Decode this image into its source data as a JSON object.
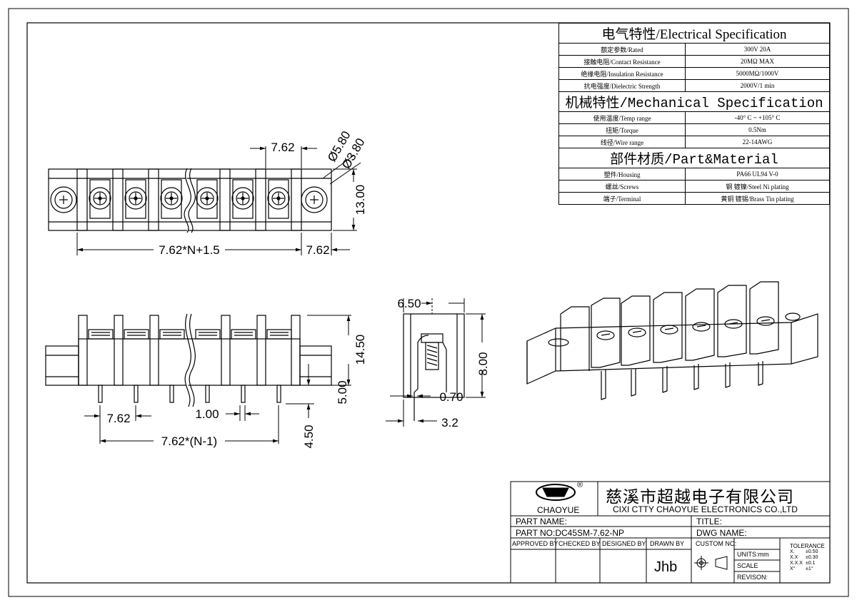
{
  "spec": {
    "electrical_title": "电气特性/Electrical Specification",
    "electrical": [
      {
        "label": "额定参数/Rated",
        "value": "300V  20A"
      },
      {
        "label": "接触电阻/Contact Resistance",
        "value": "20MΩ MAX"
      },
      {
        "label": "绝缘电阻/Insulation Resistance",
        "value": "5000MΩ/1000V"
      },
      {
        "label": "抗电强度/Dielectric Strength",
        "value": "2000V/1 min"
      }
    ],
    "mechanical_title": "机械特性/Mechanical Specification",
    "mechanical": [
      {
        "label": "使用温度/Temp range",
        "value": "-40° C ~ +105° C"
      },
      {
        "label": "扭矩/Torque",
        "value": "0.5Nm"
      },
      {
        "label": "线径/Wire range",
        "value": "22-14AWG"
      }
    ],
    "material_title": "部件材质/Part&Material",
    "material": [
      {
        "label": "塑件/Housing",
        "value": "PA66 UL94 V-0"
      },
      {
        "label": "螺丝/Screws",
        "value": "钢 镀镍/Steel Ni plating"
      },
      {
        "label": "端子/Terminal",
        "value": "黄铜 镀锡/Brass Tin  plating"
      }
    ]
  },
  "dims": {
    "pitch_top": "7.62",
    "dia_outer": "Ø5.80",
    "dia_inner": "Ø3.80",
    "height_top": "13.00",
    "length_total": "7.62*N+1.5",
    "end_offset": "7.62",
    "side_height": "14.50",
    "pin_base": "5.00",
    "pin_length": "4.50",
    "pin_pitch": "7.62",
    "pin_width": "1.00",
    "pin_span": "7.62*(N-1)",
    "end_width": "6.50",
    "end_height": "8.00",
    "pin_thick": "0.70",
    "pin_offset": "3.2"
  },
  "titleblock": {
    "company_cn": "慈溪市超越电子有限公司",
    "company_en": "CIXI CTTY CHAOYUE ELECTRONICS CO.,LTD",
    "brand": "CHAOYUE",
    "registered": "®",
    "part_name": "PART NAME:",
    "part_no": "PART NO:DC45SM-7.62-NP",
    "title": "TITLE:",
    "dwg_name": "DWG NAME:",
    "approved_by": "APPROVED BY",
    "checked_by": "CHECKED BY",
    "designed_by": "DESIGNED BY",
    "drawn_by": "DRAWN BY",
    "drawn_by_value": "Jhb",
    "custom_no": "CUSTOM NO:",
    "units": "UNITS:mm",
    "scale": "SCALE",
    "revision": "REVISON:",
    "tolerance_title": "TOLERANCE",
    "tolerance": [
      {
        "k": "X.",
        "v": "±0.50"
      },
      {
        "k": "X.X",
        "v": "±0.30"
      },
      {
        "k": "X.X.X",
        "v": "±0.1"
      },
      {
        "k": "X°",
        "v": "±1°"
      }
    ]
  }
}
